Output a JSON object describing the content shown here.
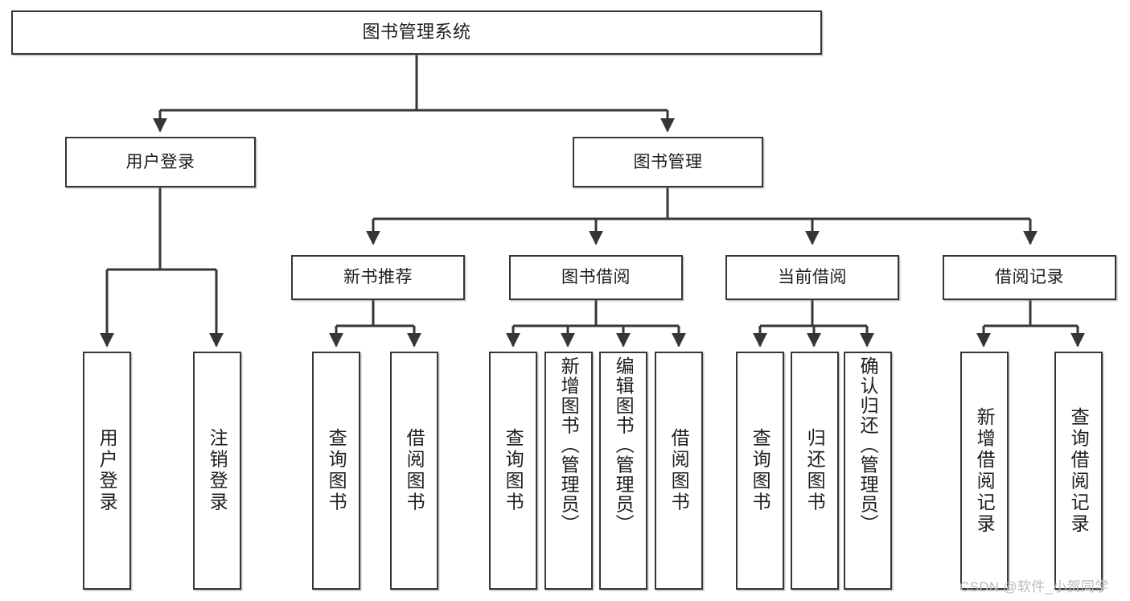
{
  "diagram": {
    "type": "tree-hierarchy",
    "title": "图书管理系统",
    "root": {
      "label": "图书管理系统"
    },
    "level2": [
      {
        "label": "用户登录"
      },
      {
        "label": "图书管理"
      }
    ],
    "level3": [
      {
        "label": "新书推荐"
      },
      {
        "label": "图书借阅"
      },
      {
        "label": "当前借阅"
      },
      {
        "label": "借阅记录"
      }
    ],
    "leaves": {
      "user_login": [
        {
          "label": "用户登录"
        },
        {
          "label": "注销登录"
        }
      ],
      "new_book_recommend": [
        {
          "label": "查询图书"
        },
        {
          "label": "借阅图书"
        }
      ],
      "book_borrow": [
        {
          "label": "查询图书"
        },
        {
          "label": "新增图书（管理员）"
        },
        {
          "label": "编辑图书（管理员）"
        },
        {
          "label": "借阅图书"
        }
      ],
      "current_borrow": [
        {
          "label": "查询图书"
        },
        {
          "label": "归还图书"
        },
        {
          "label": "确认归还（管理员）"
        }
      ],
      "borrow_record": [
        {
          "label": "新增借阅记录"
        },
        {
          "label": "查询借阅记录"
        }
      ]
    }
  },
  "watermark": {
    "text": "CSDN @软件_小贺同学"
  },
  "colors": {
    "stroke": "#33363b",
    "fill": "#ffffff",
    "text": "#1b1d21",
    "watermark": "#b9bbbe"
  }
}
